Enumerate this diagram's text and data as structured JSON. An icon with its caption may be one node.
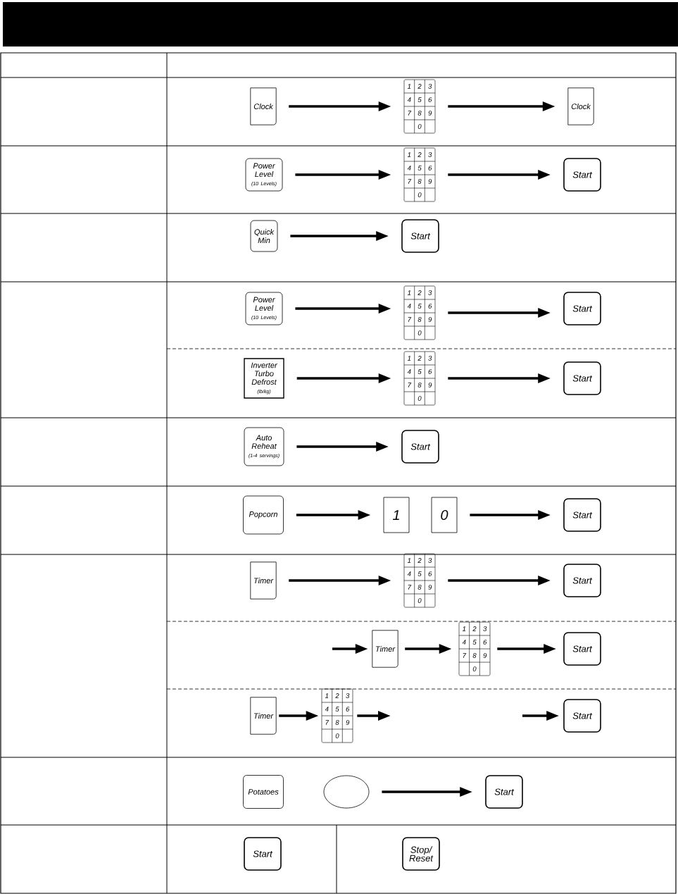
{
  "diagram": {
    "nodes": [
      {
        "text": [
          "Clock"
        ]
      },
      {
        "text": [
          "1",
          "2",
          "3",
          "4",
          "5",
          "6",
          "7",
          "8",
          "9",
          "0"
        ]
      },
      {
        "text": [
          "Clock"
        ]
      },
      {
        "text": [
          "Power Level",
          "(10 Levels)"
        ]
      },
      {
        "text": [
          "1",
          "2",
          "3",
          "4",
          "5",
          "6",
          "7",
          "8",
          "9",
          "0"
        ]
      },
      {
        "text": [
          "Start"
        ]
      },
      {
        "text": [
          "Quick Min"
        ]
      },
      {
        "text": [
          "Start"
        ]
      },
      {
        "text": [
          "Power Level",
          "(10 Levels)"
        ]
      },
      {
        "text": [
          "1",
          "2",
          "3",
          "4",
          "5",
          "6",
          "7",
          "8",
          "9",
          "0"
        ]
      },
      {
        "text": [
          "Start"
        ]
      },
      {
        "text": [
          "Inverter Turbo Defrost",
          "(lb/kg)"
        ]
      },
      {
        "text": [
          "1",
          "2",
          "3",
          "4",
          "5",
          "6",
          "7",
          "8",
          "9",
          "0"
        ]
      },
      {
        "text": [
          "Start"
        ]
      },
      {
        "text": [
          "Auto Reheat",
          "(1-4 servings)"
        ]
      },
      {
        "text": [
          "Start"
        ]
      },
      {
        "text": [
          "Popcorn"
        ]
      },
      {
        "text": [
          "1"
        ]
      },
      {
        "text": [
          "0"
        ]
      },
      {
        "text": [
          "Start"
        ]
      },
      {
        "text": [
          "Timer"
        ]
      },
      {
        "text": [
          "1",
          "2",
          "3",
          "4",
          "5",
          "6",
          "7",
          "8",
          "9",
          "0"
        ]
      },
      {
        "text": [
          "Start"
        ]
      },
      {
        "text": [
          "Timer"
        ]
      },
      {
        "text": [
          "1",
          "2",
          "3",
          "4",
          "5",
          "6",
          "7",
          "8",
          "9",
          "0"
        ]
      },
      {
        "text": [
          "Start"
        ]
      },
      {
        "text": [
          "Timer"
        ]
      },
      {
        "text": [
          "1",
          "2",
          "3",
          "4",
          "5",
          "6",
          "7",
          "8",
          "9",
          "0"
        ]
      },
      {
        "text": [
          "Start"
        ]
      },
      {
        "text": [
          "Potatoes"
        ]
      },
      {
        "text": [],
        "shape": "circle"
      },
      {
        "text": [
          "Start"
        ]
      },
      {
        "text": [
          "Start"
        ]
      },
      {
        "text": [
          "Stop/ Reset"
        ]
      }
    ],
    "edges": [
      {
        "from": 0,
        "to": 1,
        "arrow": "to"
      },
      {
        "from": 1,
        "to": 2,
        "arrow": "to"
      },
      {
        "from": 3,
        "to": 4,
        "arrow": "to"
      },
      {
        "from": 4,
        "to": 5,
        "arrow": "to"
      },
      {
        "from": 6,
        "to": 7,
        "arrow": "to"
      },
      {
        "from": 8,
        "to": 9,
        "arrow": "to"
      },
      {
        "from": 9,
        "to": 10,
        "arrow": "to"
      },
      {
        "from": 11,
        "to": 12,
        "arrow": "to"
      },
      {
        "from": 12,
        "to": 13,
        "arrow": "to"
      },
      {
        "from": 14,
        "to": 15,
        "arrow": "to"
      },
      {
        "from": 16,
        "to": 17,
        "arrow": "to"
      },
      {
        "from": 18,
        "to": 19,
        "arrow": "to"
      },
      {
        "from": 20,
        "to": 21,
        "arrow": "to"
      },
      {
        "from": 21,
        "to": 22,
        "arrow": "to"
      },
      {
        "from": null,
        "to": 23,
        "arrow": "to"
      },
      {
        "from": 23,
        "to": 24,
        "arrow": "to"
      },
      {
        "from": 24,
        "to": 25,
        "arrow": "to"
      },
      {
        "from": 26,
        "to": 27,
        "arrow": "to"
      },
      {
        "from": 27,
        "to": null,
        "arrow": "to"
      },
      {
        "from": null,
        "to": 28,
        "arrow": "to"
      },
      {
        "from": 30,
        "to": 31,
        "arrow": "to"
      }
    ]
  }
}
